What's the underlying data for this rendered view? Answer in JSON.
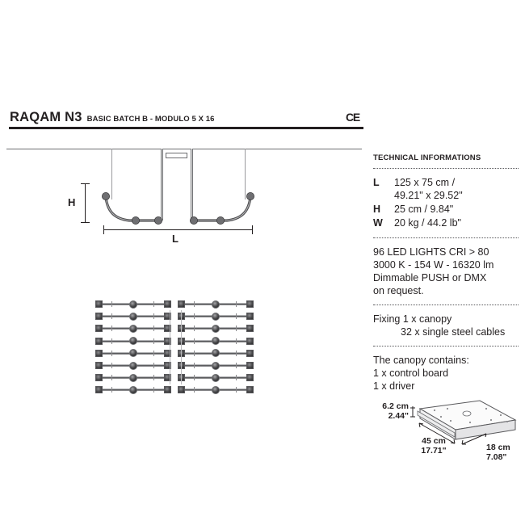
{
  "header": {
    "product_name": "RAQAM N3",
    "variant": "BASIC BATCH B - MODULO 5 X 16",
    "certification_mark": "CE"
  },
  "drawing": {
    "elevation": {
      "height_label": "H",
      "length_label": "L"
    },
    "plan": {
      "columns": 2,
      "rows": 8,
      "modules_per_row_half": 1
    }
  },
  "technical": {
    "title": "TECHNICAL INFORMATIONS",
    "specs": [
      {
        "key": "L",
        "value_line1": "125 x 75 cm /",
        "value_line2": "49.21\" x 29.52\""
      },
      {
        "key": "H",
        "value_line1": "25 cm / 9.84\"",
        "value_line2": ""
      },
      {
        "key": "W",
        "value_line1": "20 kg / 44.2 lb\"",
        "value_line2": ""
      }
    ],
    "led": {
      "line1": "96 LED LIGHTS CRI > 80",
      "line2": "3000 K - 154 W - 16320 lm",
      "line3": "Dimmable PUSH or DMX",
      "line4": "on request."
    },
    "fixing": {
      "line1": "Fixing 1 x canopy",
      "line2": "32 x single steel cables"
    },
    "canopy_contents": {
      "line1": "The canopy contains:",
      "line2": "1 x control board",
      "line3": "1 x driver"
    },
    "canopy_dimensions": {
      "height_cm": "6.2 cm",
      "height_in": "2.44\"",
      "length_cm": "45 cm",
      "length_in": "17.71\"",
      "width_cm": "18 cm",
      "width_in": "7.08\""
    }
  },
  "colors": {
    "ink": "#231f20",
    "line": "#6d6e71",
    "metal_dark": "#2a2a2c",
    "metal_light": "#d9d9dc"
  }
}
